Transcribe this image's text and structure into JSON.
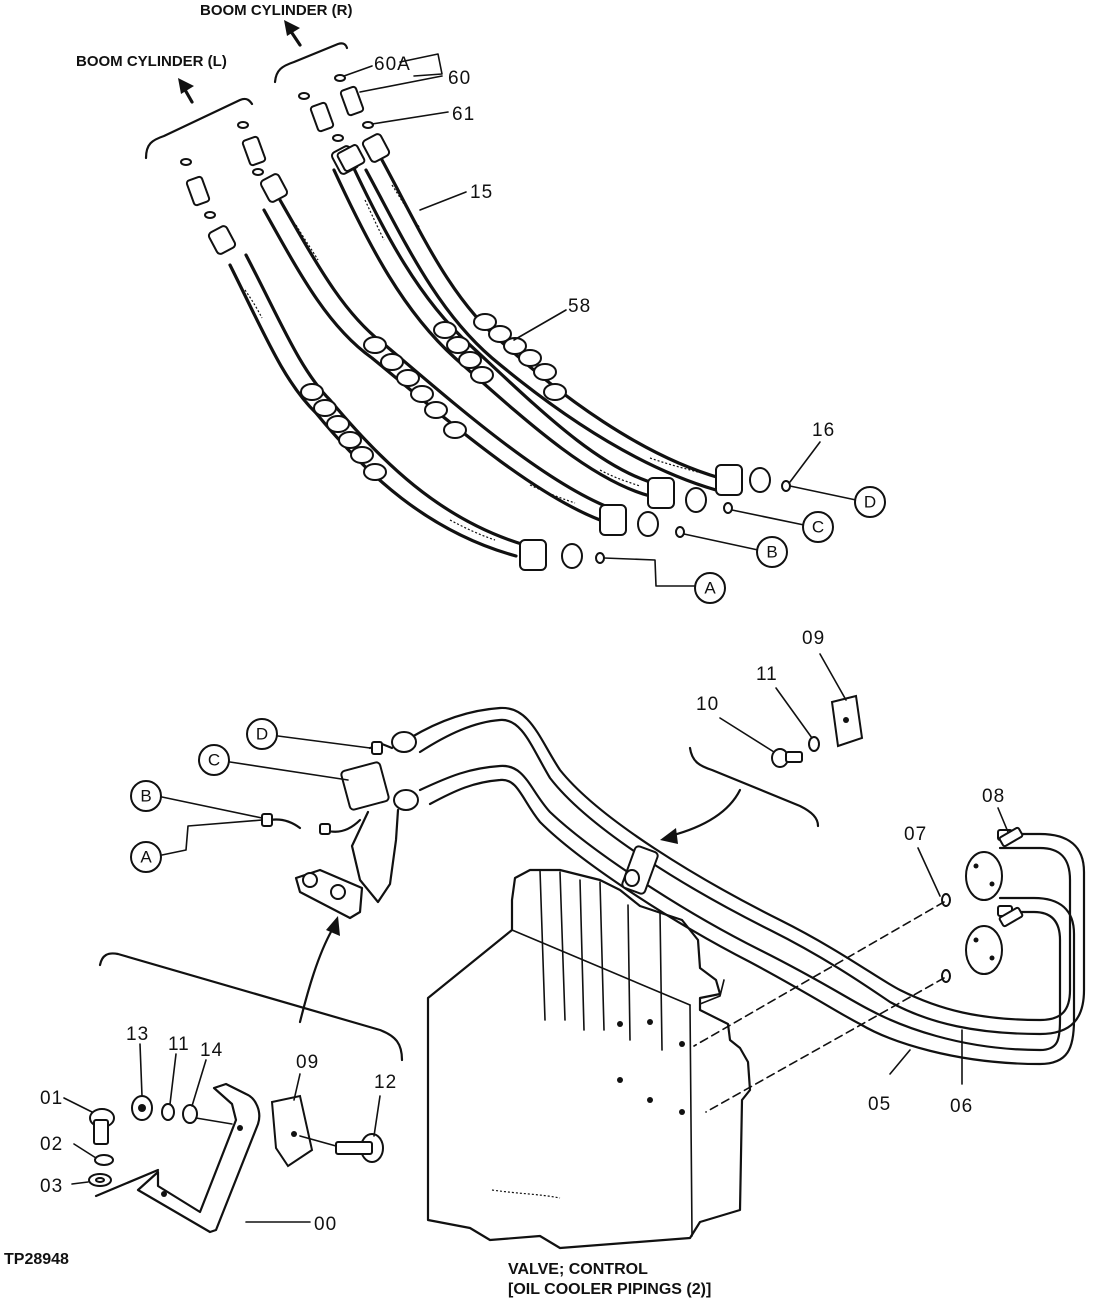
{
  "headings": {
    "boom_r": "BOOM CYLINDER (R)",
    "boom_l": "BOOM CYLINDER (L)"
  },
  "callouts": {
    "c60A": "60A",
    "c60": "60",
    "c61": "61",
    "c15": "15",
    "c58": "58",
    "c16": "16",
    "c09_top": "09",
    "c11_top": "11",
    "c10": "10",
    "c08": "08",
    "c07": "07",
    "c05": "05",
    "c06": "06",
    "c13": "13",
    "c11_low": "11",
    "c14": "14",
    "c09_low": "09",
    "c12": "12",
    "c01": "01",
    "c02": "02",
    "c03": "03",
    "c00": "00"
  },
  "connection_points": {
    "A": "A",
    "B": "B",
    "C": "C",
    "D": "D"
  },
  "footer": {
    "figure_id": "TP28948",
    "caption_line1": "VALVE; CONTROL",
    "caption_line2": "[OIL COOLER PIPINGS (2)]"
  }
}
